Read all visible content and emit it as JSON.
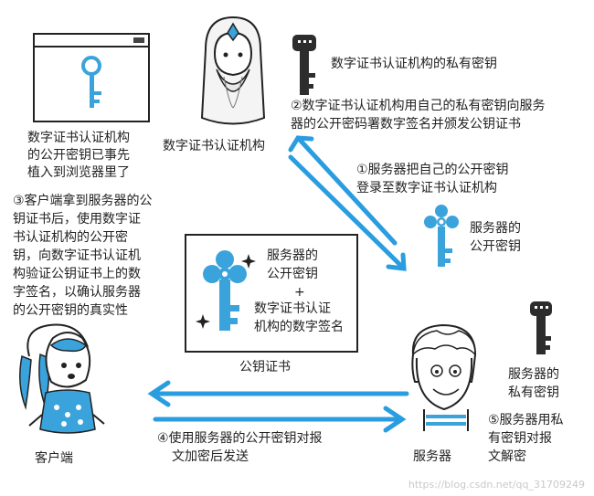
{
  "texts": {
    "browser_note": [
      "数字证书认证机构",
      "的公开密钥已事先",
      "植入到浏览器里了"
    ],
    "ca_label": "数字证书认证机构",
    "ca_private_key": "数字证书认证机构的私有密钥",
    "step2": [
      "②数字证书认证机构用自己的私有密钥向服务",
      "器的公开密码署数字签名并颁发公钥证书"
    ],
    "step1": [
      "①服务器把自己的公开密钥",
      "登录至数字证书认证机构"
    ],
    "server_public_key": [
      "服务器的",
      "公开密钥"
    ],
    "step3": [
      "③客户端拿到服务器的公",
      "钥证书后，使用数字证",
      "书认证机构的公开密",
      "钥，向数字证书认证机",
      "构验证公钥证书上的数",
      "字签名，以确认服务器",
      "的公开密钥的真实性"
    ],
    "cert_content": {
      "key_label": [
        "服务器的",
        "公开密钥"
      ],
      "plus": "+",
      "sig_label": [
        "数字证书认证",
        "机构的数字签名"
      ]
    },
    "cert_caption": "公钥证书",
    "server_private_key": [
      "服务器的",
      "私有密钥"
    ],
    "step5": [
      "⑤服务器用私",
      "有密钥对报",
      "文解密"
    ],
    "step4": [
      "④使用服务器的公开密钥对报",
      "文加密后发送"
    ],
    "client_label": "客户端",
    "server_label": "服务器",
    "watermark": "https://blog.csdn.net/qq_31709249"
  },
  "colors": {
    "arrow_blue": "#2a9de0",
    "public_key_blue": "#3ba3dc",
    "private_key_dark": "#2d2d2d",
    "line": "#222222"
  },
  "icons": [
    "browser-window-icon",
    "public-key-icon",
    "private-key-icon",
    "certificate-icon",
    "ca-character-icon",
    "client-character-icon",
    "server-character-icon"
  ]
}
